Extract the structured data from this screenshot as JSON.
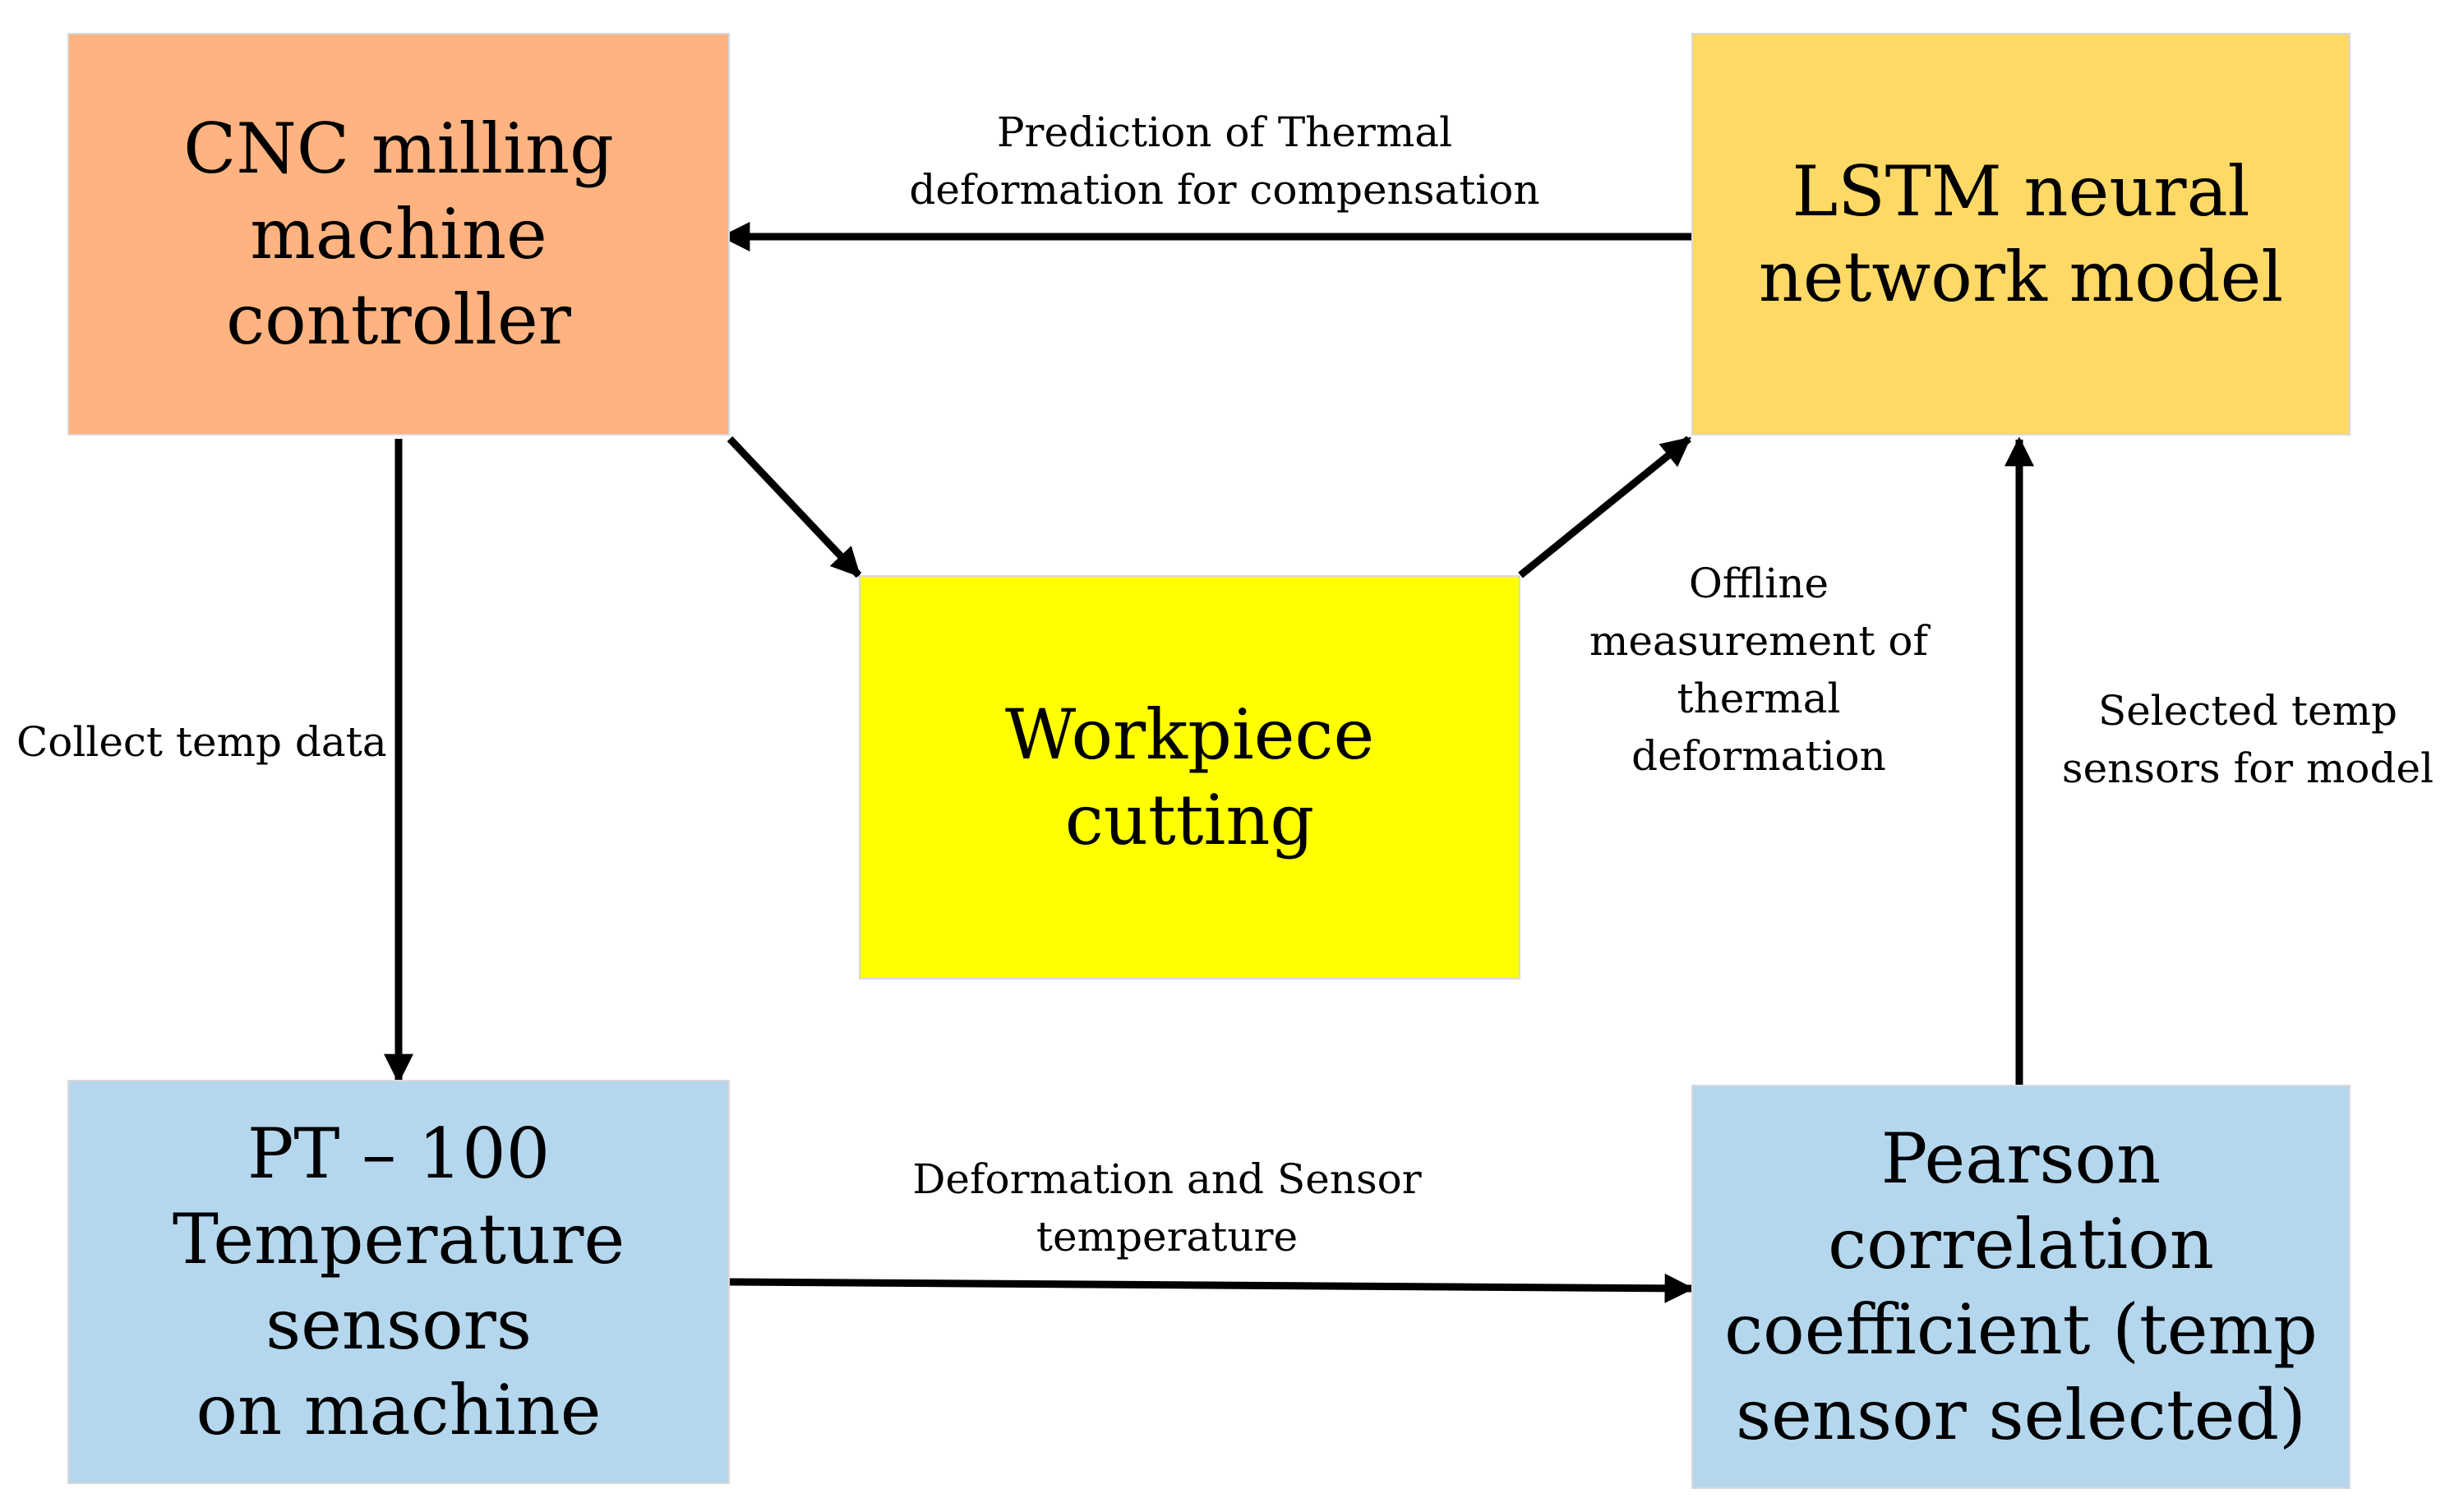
{
  "nodes": {
    "cnc": {
      "label": "CNC milling\nmachine controller",
      "color": "#FFB380"
    },
    "lstm": {
      "label": "LSTM neural\nnetwork model",
      "color": "#FFD966"
    },
    "workpiece": {
      "label": "Workpiece\ncutting",
      "color": "#FFFF00"
    },
    "pt100": {
      "label": "PT – 100\nTemperature sensors\non machine",
      "color": "#B4D7EE"
    },
    "pearson": {
      "label": "Pearson correlation\ncoefficient (temp\nsensor selected)",
      "color": "#B4D7EE"
    }
  },
  "edges": {
    "prediction": {
      "label": "Prediction of Thermal\ndeformation for compensation"
    },
    "collect": {
      "label": "Collect temp data"
    },
    "offline": {
      "label": "Offline\nmeasurement of\nthermal\ndeformation"
    },
    "selected": {
      "label": "Selected temp\nsensors for model"
    },
    "deformation": {
      "label": "Deformation and Sensor\ntemperature"
    },
    "cnc_to_workpiece": {
      "label": ""
    }
  },
  "colors": {
    "arrow": "#000000",
    "box_border": "#d9d9d9"
  }
}
